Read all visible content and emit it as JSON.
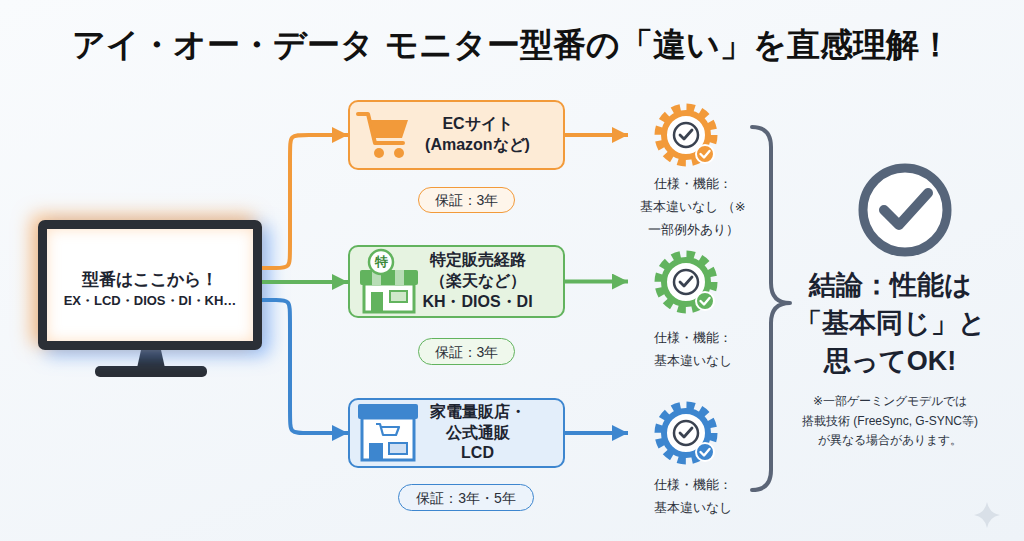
{
  "diagram": {
    "title": "アイ・オー・データ モニター型番の「違い」を直感理解！",
    "nodes": [
      {
        "text": [
          "型番はここから！",
          "EX・LCD・DIOS・DI・KH…"
        ]
      },
      {
        "text": [
          "ECサイト (Amazonなど)"
        ]
      },
      {
        "text": [
          "保証：3年"
        ]
      },
      {
        "text": [
          "仕様・機能： 基本違いなし （※一部例外あり）"
        ]
      },
      {
        "text": [
          "特定販売経路 （楽天など）",
          "KH・DIOS・DI"
        ]
      },
      {
        "text": [
          "保証：3年"
        ]
      },
      {
        "text": [
          "仕様・機能： 基本違いなし"
        ]
      },
      {
        "text": [
          "家電量販店・ 公式通販",
          "LCD"
        ]
      },
      {
        "text": [
          "保証：3年・5年"
        ]
      },
      {
        "text": [
          "仕様・機能： 基本違いなし"
        ]
      }
    ],
    "edges": [
      {
        "from": 0,
        "to": 1,
        "arrow": "to"
      },
      {
        "from": 0,
        "to": 4,
        "arrow": "to"
      },
      {
        "from": 0,
        "to": 7,
        "arrow": "to"
      },
      {
        "from": 1,
        "to": 3,
        "arrow": "to"
      },
      {
        "from": 4,
        "to": 6,
        "arrow": "to"
      },
      {
        "from": 7,
        "to": 9,
        "arrow": "to"
      }
    ],
    "labels": [
      "特",
      "結論：性能は 「基本同じ」と 思ってOK!",
      "※一部ゲーミングモデルでは 搭載技術 (FreeSync, G-SYNC等) が異なる場合があります。"
    ]
  }
}
